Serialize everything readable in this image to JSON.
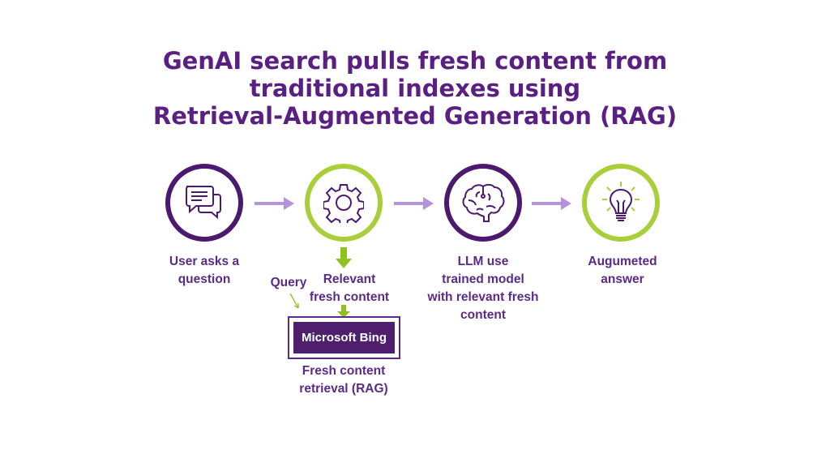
{
  "title": {
    "line1": "GenAI search pulls fresh content from",
    "line2": "traditional indexes using",
    "line3": "Retrieval-Augmented Generation (RAG)"
  },
  "steps": [
    {
      "icon": "chat-bubbles-icon",
      "label_lines": [
        "User asks a",
        "question"
      ]
    },
    {
      "icon": "gear-icon",
      "label_lines": [
        "Relevant",
        "fresh content"
      ]
    },
    {
      "icon": "brain-icon",
      "label_lines": [
        "LLM use",
        "trained model",
        "with relevant fresh",
        "content"
      ]
    },
    {
      "icon": "lightbulb-icon",
      "label_lines": [
        "Augumeted",
        "answer"
      ]
    }
  ],
  "query_label": "Query",
  "bing": {
    "label": "Microsoft Bing",
    "caption_lines": [
      "Fresh content",
      "retrieval (RAG)"
    ]
  },
  "colors": {
    "purple": "#4b1a6e",
    "green": "#a8cf3a",
    "arrow": "#b592dc",
    "text": "#5b2a86"
  }
}
